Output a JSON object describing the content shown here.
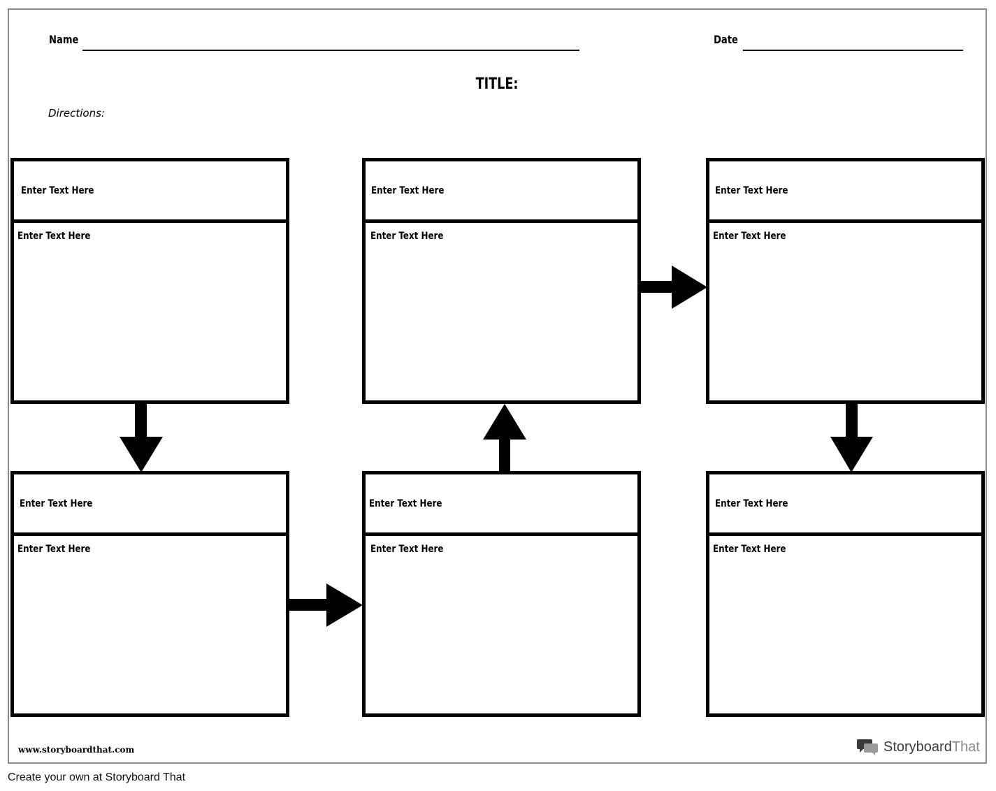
{
  "header": {
    "name_label": "Name",
    "date_label": "Date",
    "title": "TITLE:",
    "directions": "Directions:"
  },
  "boxes": [
    {
      "heading": "Enter Text Here",
      "body": "Enter Text Here"
    },
    {
      "heading": "Enter Text Here",
      "body": "Enter Text Here"
    },
    {
      "heading": "Enter Text Here",
      "body": "Enter Text Here"
    },
    {
      "heading": "Enter Text Here",
      "body": "Enter Text Here"
    },
    {
      "heading": "Enter Text Here",
      "body": "Enter Text Here"
    },
    {
      "heading": "Enter Text Here",
      "body": "Enter Text Here"
    }
  ],
  "arrows": [
    "arrow-down",
    "arrow-right",
    "arrow-up",
    "arrow-right",
    "arrow-down"
  ],
  "footer": {
    "url": "www.storyboardthat.com",
    "logo_word1": "Storyboard",
    "logo_word2": "That",
    "logo_icon": "speech-bubbles-icon",
    "caption": "Create your own at Storyboard That"
  },
  "colors": {
    "ink": "#000000",
    "frame": "#8a8a8a",
    "logo_dark": "#3a3a3a",
    "logo_light": "#8a8a8a"
  }
}
